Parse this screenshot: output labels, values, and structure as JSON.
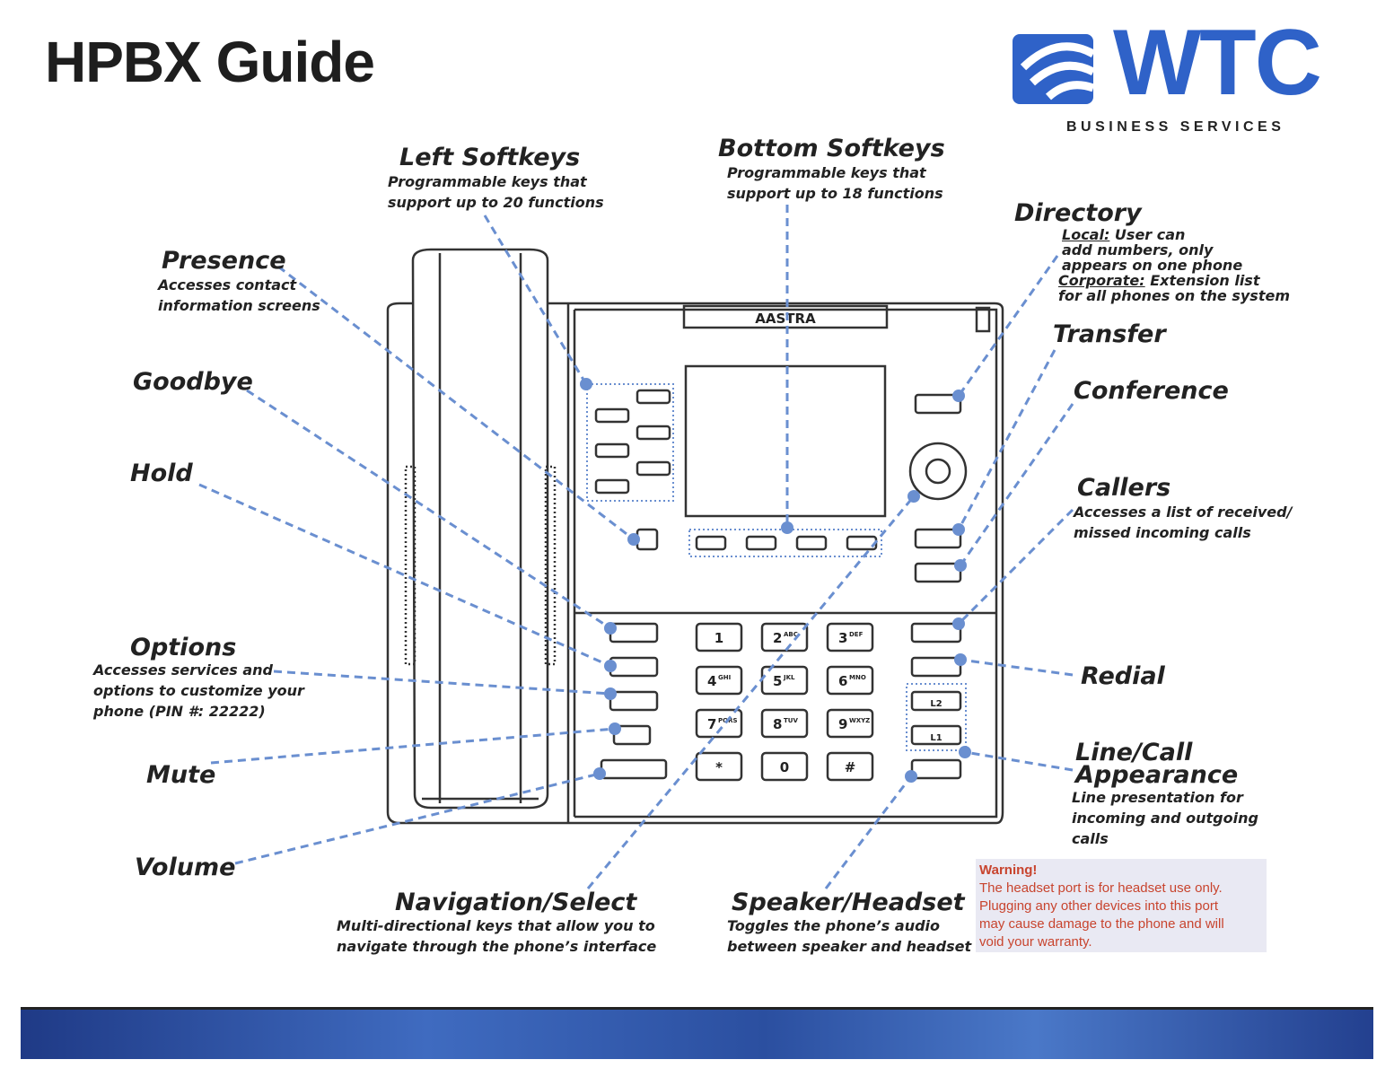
{
  "header": {
    "title": "HPBX Guide"
  },
  "logo": {
    "word": "WTC",
    "subtitle": "BUSINESS SERVICES",
    "color": "#2f62c8"
  },
  "phone": {
    "brand": "AASTRA",
    "keypad": [
      [
        "1",
        ""
      ],
      [
        "2",
        "ABC"
      ],
      [
        "3",
        "DEF"
      ],
      [
        "4",
        "GHI"
      ],
      [
        "5",
        "JKL"
      ],
      [
        "6",
        "MNO"
      ],
      [
        "7",
        "PQRS"
      ],
      [
        "8",
        "TUV"
      ],
      [
        "9",
        "WXYZ"
      ],
      [
        "*",
        ""
      ],
      [
        "0",
        ""
      ],
      [
        "#",
        ""
      ]
    ],
    "line_keys": [
      "L2",
      "L1"
    ]
  },
  "labels": {
    "left_softkeys": {
      "title": "Left Softkeys",
      "desc": [
        "Programmable keys that",
        "support up to 20 functions"
      ]
    },
    "bottom_softkeys": {
      "title": "Bottom Softkeys",
      "desc": [
        "Programmable keys that",
        "support up to 18 functions"
      ]
    },
    "directory": {
      "title": "Directory",
      "local_label": "Local:",
      "local_text": " User can",
      "desc": [
        "add numbers, only",
        "appears on one phone"
      ],
      "corporate_label": "Corporate:",
      "corporate_text": " Extension list",
      "desc2": "for all phones on the system"
    },
    "presence": {
      "title": "Presence",
      "desc": [
        "Accesses contact",
        "information screens"
      ]
    },
    "transfer": {
      "title": "Transfer"
    },
    "goodbye": {
      "title": "Goodbye"
    },
    "conference": {
      "title": "Conference"
    },
    "hold": {
      "title": "Hold"
    },
    "callers": {
      "title": "Callers",
      "desc": [
        "Accesses a list of received/",
        "missed incoming calls"
      ]
    },
    "options": {
      "title": "Options",
      "desc": [
        "Accesses services and",
        "options to customize your",
        "phone (PIN #: 22222)"
      ]
    },
    "redial": {
      "title": "Redial"
    },
    "mute": {
      "title": "Mute"
    },
    "line_call": {
      "title": [
        "Line/Call",
        "Appearance"
      ],
      "desc": [
        "Line presentation for",
        "incoming and outgoing",
        "calls"
      ]
    },
    "volume": {
      "title": "Volume"
    },
    "navigation": {
      "title": "Navigation/Select",
      "desc": [
        "Multi-directional keys that allow you to",
        "navigate through the phone’s interface"
      ]
    },
    "speaker": {
      "title": "Speaker/Headset",
      "desc": [
        "Toggles the phone’s audio",
        "between speaker and headset"
      ]
    }
  },
  "warning": {
    "title": "Warning!",
    "lines": [
      "The headset port is for headset use only.",
      "Plugging any other devices into this port",
      "may cause damage to the phone and will",
      "void your warranty."
    ],
    "color": "#c8442e"
  },
  "colors": {
    "callout_line": "#6a8fd0",
    "band": "#2b4fa0"
  }
}
